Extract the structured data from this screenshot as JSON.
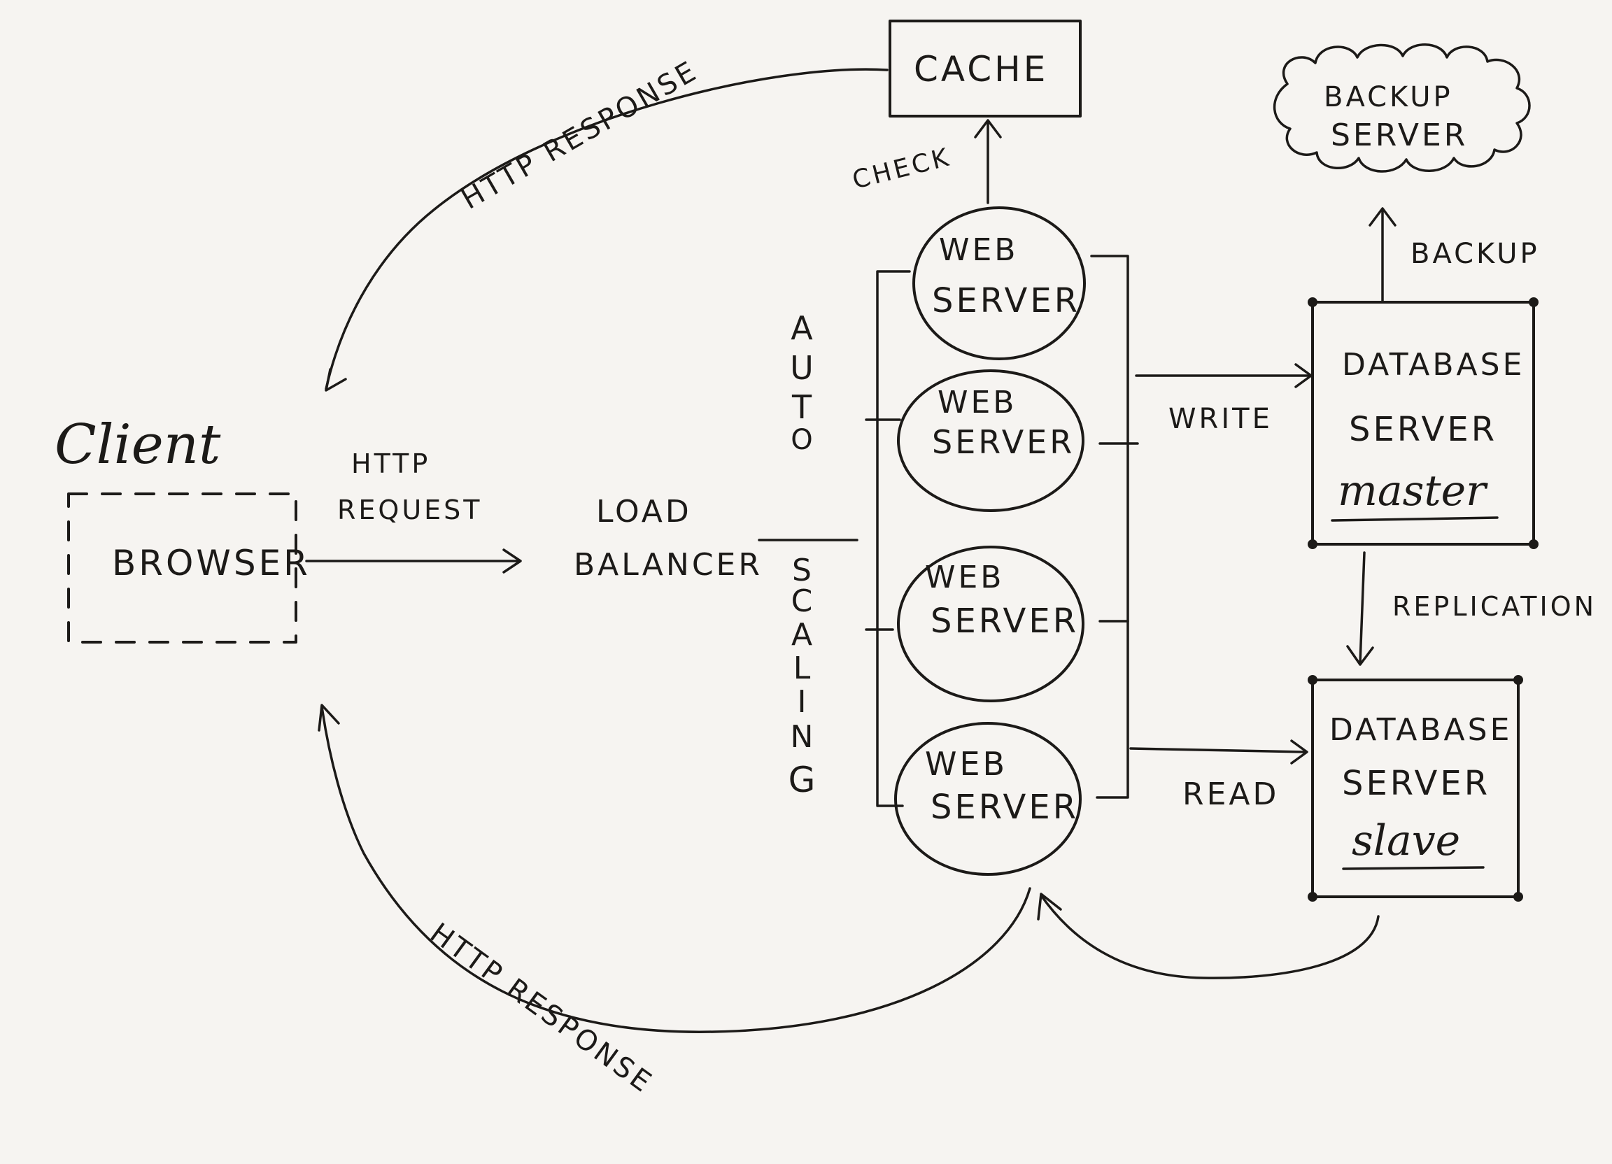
{
  "client": {
    "label": "Client",
    "browser": "BROWSER"
  },
  "arrows": {
    "http_request": [
      "HTTP",
      "REQUEST"
    ],
    "http_response_top": "HTTP RESPONSE",
    "http_response_bottom": "HTTP RESPONSE",
    "check": "CHECK",
    "write": "WRITE",
    "read": "READ",
    "backup": "BACKUP",
    "replication": "REPLICATION"
  },
  "load_balancer": [
    "LOAD",
    "BALANCER"
  ],
  "auto_scaling": {
    "auto": [
      "A",
      "U",
      "T",
      "O"
    ],
    "scaling": [
      "S",
      "C",
      "A",
      "L",
      "I",
      "N",
      "G"
    ]
  },
  "cache": "CACHE",
  "web_servers": [
    [
      "WEB",
      "SERVER"
    ],
    [
      "WEB",
      "SERVER"
    ],
    [
      "WEB",
      "SERVER"
    ],
    [
      "WEB",
      "SERVER"
    ]
  ],
  "backup_server": [
    "BACKUP",
    "SERVER"
  ],
  "db_master": {
    "lines": [
      "DATABASE",
      "SERVER"
    ],
    "role": "master"
  },
  "db_slave": {
    "lines": [
      "DATABASE",
      "SERVER"
    ],
    "role": "slave"
  },
  "colors": {
    "ink": "#1c1a18",
    "paper": "#f6f4f1"
  }
}
